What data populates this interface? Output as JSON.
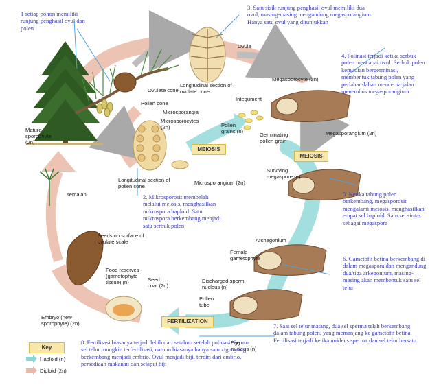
{
  "notes": {
    "n1": "1 setiap pohon memiliki runjung penghasil ovul dan polen",
    "n2": "2. Mikrosporosit membelah melalui meiosis, menghasilkan mikrospora haploid. Satu mikrospora berkembang menjadi satu serbuk polen",
    "n3": "3. Satu sisik runjung penghasil ovul memiliki dua ovul, masing-masing mengandung megasporangium. Hanya satu ovul yang ditunjukkan",
    "n4": "4. Polinasi terjadi ketika serbuk polen mencapai ovul. Serbuk polen kemudian bergerminasi, membentuk tabung polen yang perlahan-lahan mencerna jalan menembus megasporangium",
    "n5": "5. Ketika tabung polen berkembang, megasporosit mengalami meiosis, menghasilkan empat sel haploid. Satu sel sintas sebagai megaspora",
    "n6": "6. Gametofit betina berkembang di dalam megaspora dan mengandung dua/tiga arkegonium, masing-masing akan membentuk satu sel telur",
    "n7": "7. Saat sel telur matang, dua sel sperma telah berkembang dalam tabung polen, yang memanjang ke gametofit betina. Fertilisasi terjadi ketika nukleus sperma dan sel telur bersatu.",
    "n8": "8. Fertilisasi biasanya terjadi lebih dari setahun setelah polinasi. Semua sel telur mungkin terfertilisasi, namun biasanya hanya satu zigot yang berkembang menjadi embrio. Ovul menjadi biji, terdiri dari embrio, persediaan makanan dan selaput biji"
  },
  "labels": {
    "ovulate_cone": "Ovulate cone",
    "pollen_cone": "Pollen cone",
    "mature_sporophyte": "Mature sporophyte (2n)",
    "long_ovulate": "Longitudinal section of ovulate cone",
    "ovule": "Ovule",
    "megasporocyte": "Megasporocyte (2n)",
    "integument": "Integument",
    "microsporangia": "Microsporangia",
    "microsporocytes": "Microsporocytes (2n)",
    "pollen_grains": "Pollen grains (n)",
    "germinating": "Germinating pollen grain",
    "megasporangium": "Megasporangium (2n)",
    "long_pollen": "Longitudinal section of pollen cone",
    "microsporangium": "Microsporangium (2n)",
    "surviving": "Surviving megaspore (n)",
    "semaian": "semaian",
    "seeds_surface": "Seeds on surface of ovulate scale",
    "archegonium": "Archegonium",
    "female_gametophyte": "Female gametophyte",
    "food_reserves": "Food reserves (gametophyte tissue) (n)",
    "seed_coat": "Seed coat (2n)",
    "discharged_sperm": "Discharged sperm nucleus (n)",
    "pollen_tube": "Pollen tube",
    "embryo": "Embryo (new sporophyte) (2n)",
    "egg_nucleus": "Egg nucleus (n)"
  },
  "boxes": {
    "meiosis_1": "MEIOSIS",
    "meiosis_2": "MEIOSIS",
    "fertilization": "FERTILIZATION"
  },
  "key": {
    "title": "Key",
    "haploid": "Haploid (n)",
    "diploid": "Diploid (2n)"
  },
  "colors": {
    "diploid_arrow": "#e8b8a8",
    "haploid_arrow": "#8ed6d6",
    "gray_arrow": "#b9b9b9",
    "note_text": "#3b3db4",
    "leader_line": "#4aa3e0",
    "label_box": "#f7e7a8"
  }
}
